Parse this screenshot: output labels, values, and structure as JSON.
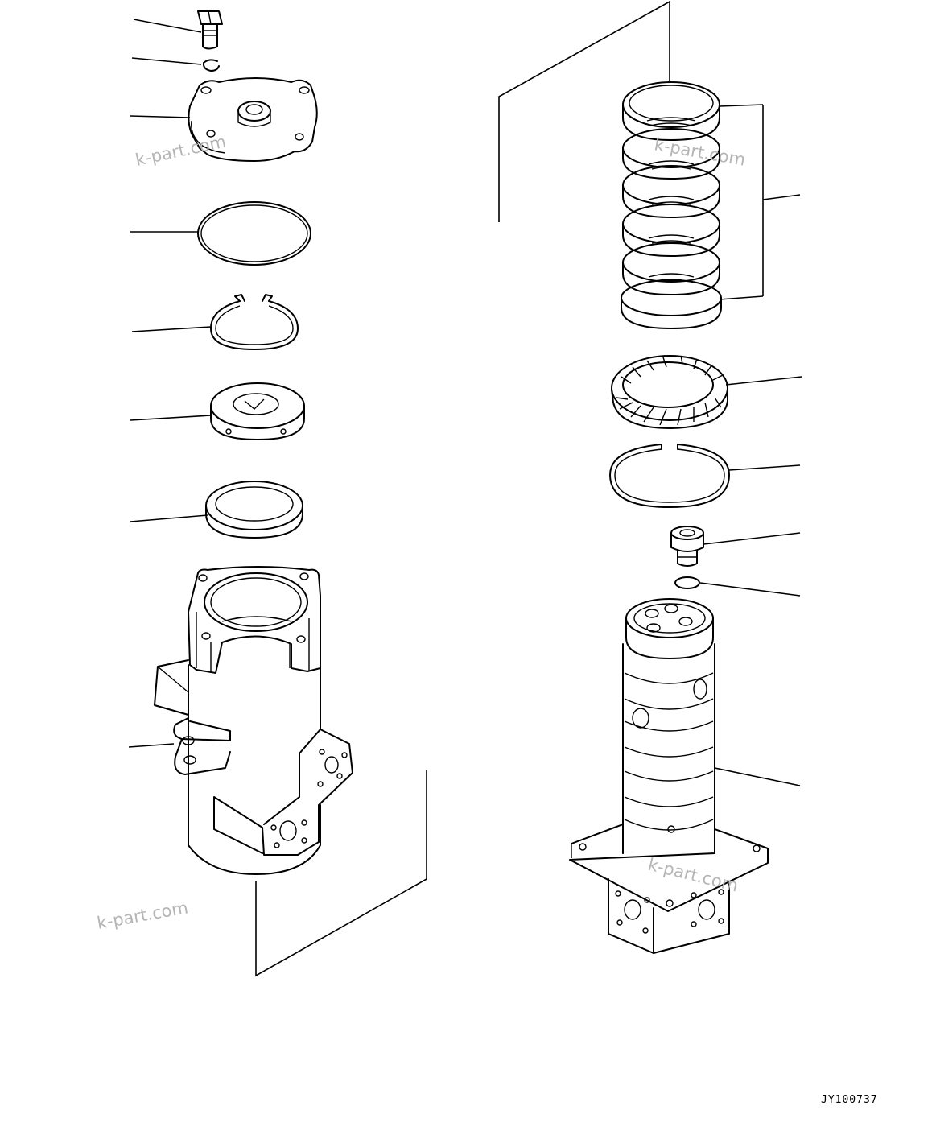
{
  "drawing_code": "JY100737",
  "watermarks": [
    "k-part.com",
    "k-part.com",
    "k-part.com",
    "k-part.com"
  ]
}
